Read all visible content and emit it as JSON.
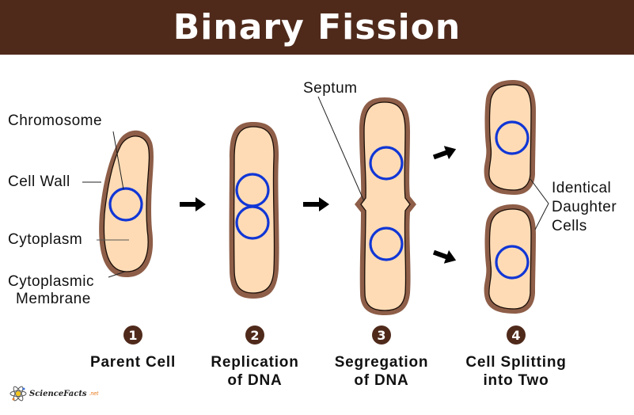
{
  "title": "Binary Fission",
  "colors": {
    "header_bg": "#4f2a1b",
    "cell_wall": "#8e5e48",
    "cytoplasm": "#fedbb5",
    "membrane": "#1a0e08",
    "chromosome": "#1036d6",
    "arrow": "#000000"
  },
  "labels": {
    "chromosome": "Chromosome",
    "cell_wall": "Cell Wall",
    "cytoplasm": "Cytoplasm",
    "cytoplasmic_membrane_1": "Cytoplasmic",
    "cytoplasmic_membrane_2": "Membrane",
    "septum": "Septum",
    "daughter_1": "Identical",
    "daughter_2": "Daughter",
    "daughter_3": "Cells"
  },
  "steps": [
    {
      "number": "1",
      "line1": "Parent Cell",
      "line2": ""
    },
    {
      "number": "2",
      "line1": "Replication",
      "line2": "of DNA"
    },
    {
      "number": "3",
      "line1": "Segregation",
      "line2": "of DNA"
    },
    {
      "number": "4",
      "line1": "Cell Splitting",
      "line2": "into Two"
    }
  ],
  "logo": {
    "name": "ScienceFacts",
    "suffix": ".net",
    "icon": "atom-icon"
  }
}
